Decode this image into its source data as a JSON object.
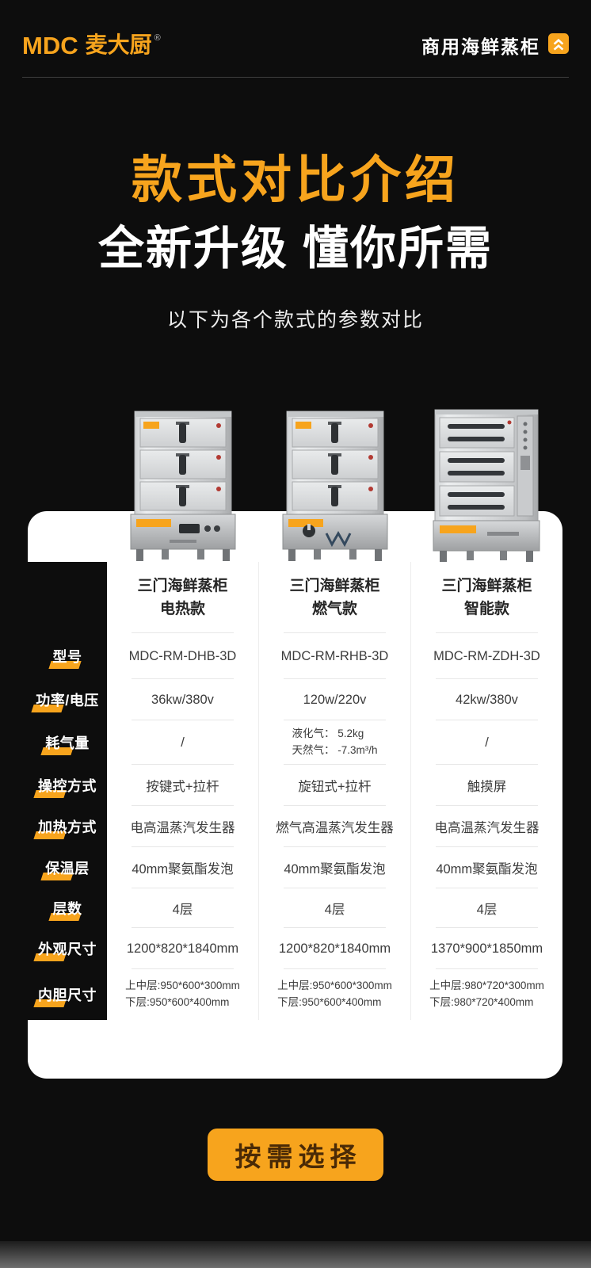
{
  "header": {
    "logo_mdc": "MDC",
    "logo_cn": "麦大厨",
    "reg_mark": "®",
    "category": "商用海鲜蒸柜"
  },
  "hero": {
    "title": "款式对比介绍",
    "subtitle": "全新升级 懂你所需",
    "note": "以下为各个款式的参数对比"
  },
  "comparison": {
    "products": [
      {
        "name": "三门海鲜蒸柜\n电热款",
        "image": "electric-model-cabinet"
      },
      {
        "name": "三门海鲜蒸柜\n燃气款",
        "image": "gas-model-cabinet"
      },
      {
        "name": "三门海鲜蒸柜\n智能款",
        "image": "smart-model-cabinet"
      }
    ],
    "rows": [
      {
        "label": "型号",
        "values": [
          "MDC-RM-DHB-3D",
          "MDC-RM-RHB-3D",
          "MDC-RM-ZDH-3D"
        ]
      },
      {
        "label": "功率/电压",
        "values": [
          "36kw/380v",
          "120w/220v",
          "42kw/380v"
        ]
      },
      {
        "label": "耗气量",
        "values": [
          "/",
          "液化气： 5.2kg\n天然气： -7.3m³/h",
          "/"
        ]
      },
      {
        "label": "操控方式",
        "values": [
          "按键式+拉杆",
          "旋钮式+拉杆",
          "触摸屏"
        ]
      },
      {
        "label": "加热方式",
        "values": [
          "电高温蒸汽发生器",
          "燃气高温蒸汽发生器",
          "电高温蒸汽发生器"
        ]
      },
      {
        "label": "保温层",
        "values": [
          "40mm聚氨酯发泡",
          "40mm聚氨酯发泡",
          "40mm聚氨酯发泡"
        ]
      },
      {
        "label": "层数",
        "values": [
          "4层",
          "4层",
          "4层"
        ]
      },
      {
        "label": "外观尺寸",
        "values": [
          "1200*820*1840mm",
          "1200*820*1840mm",
          "1370*900*1850mm"
        ]
      },
      {
        "label": "内胆尺寸",
        "values": [
          "上中层:950*600*300mm\n下层:950*600*400mm",
          "上中层:950*600*300mm\n下层:950*600*400mm",
          "上中层:980*720*300mm\n下层:980*720*400mm"
        ]
      }
    ]
  },
  "cta": {
    "label": "按需选择"
  },
  "icons": {
    "header_badge": "steam-up-arrows-icon"
  },
  "colors": {
    "accent": "#f7a41d",
    "page_bg": "#0d0d0d",
    "card_bg": "#ffffff"
  }
}
